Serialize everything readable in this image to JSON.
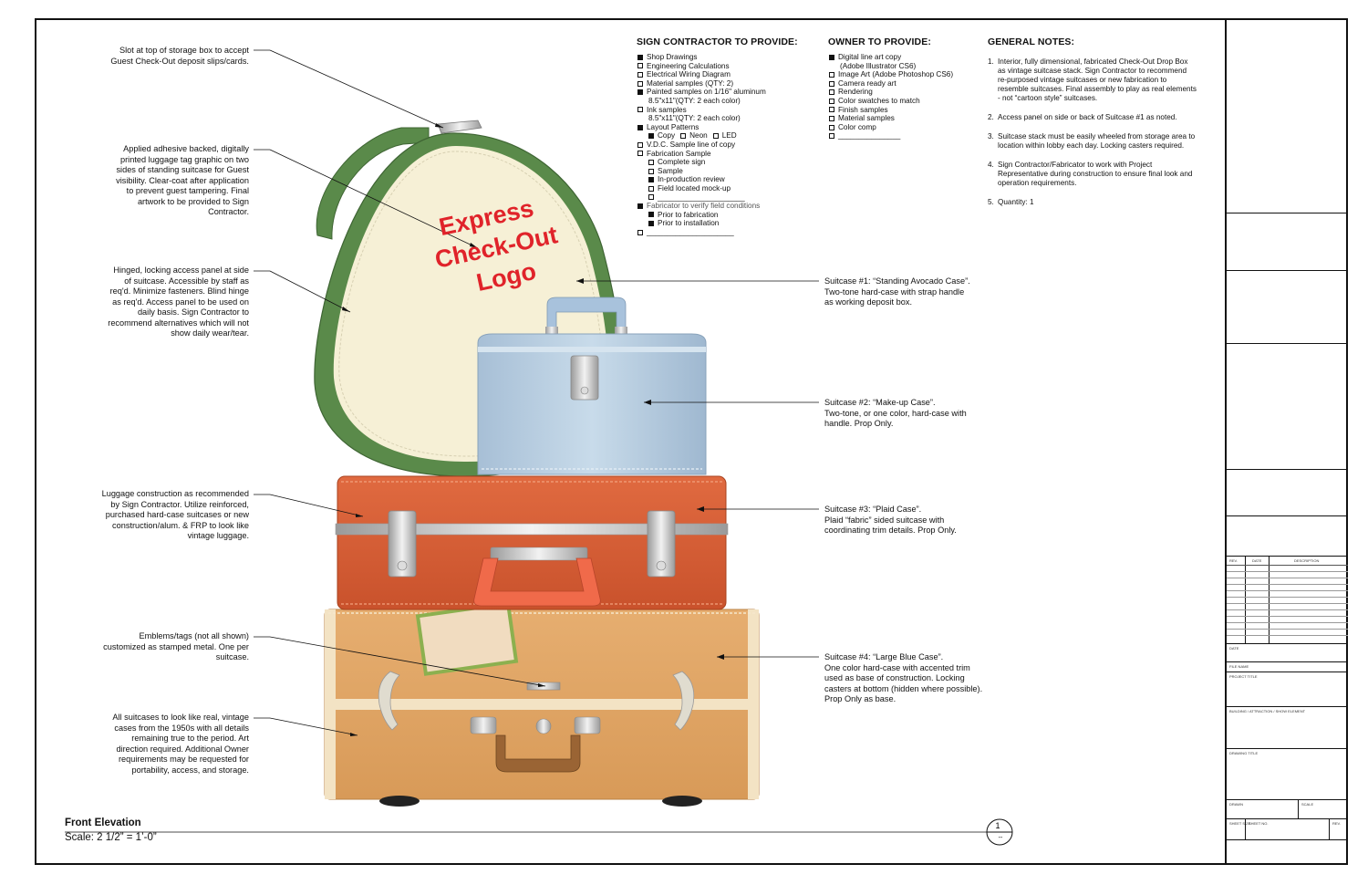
{
  "callouts_left": [
    [
      "Slot at top of storage box to accept",
      "Guest Check-Out deposit slips/cards."
    ],
    [
      "Applied adhesive backed, digitally",
      "printed luggage tag graphic on two",
      "sides of  standing suitcase for Guest",
      "visibility. Clear-coat after application",
      "to prevent guest tampering. Final",
      "artwork to be provided to Sign",
      "Contractor."
    ],
    [
      "Hinged, locking access panel at side",
      "of suitcase. Accessible by staff as",
      "req'd. Minimize fasteners. Blind hinge",
      "as req'd. Access panel to be used on",
      "daily basis. Sign Contractor to",
      "recommend alternatives which will not",
      "show daily wear/tear."
    ],
    [
      "Luggage construction as recommended",
      "by Sign Contractor. Utilize reinforced,",
      "purchased hard-case suitcases or new",
      "construction/alum. & FRP to look like",
      "vintage luggage."
    ],
    [
      "Emblems/tags (not all shown)",
      "customized as stamped metal. One per",
      "suitcase."
    ],
    [
      "All suitcases to look like real, vintage",
      "cases from the 1950s with all details",
      "remaining true to the period. Art",
      "direction required. Additional Owner",
      "requirements may be requested for",
      "portability, access, and storage."
    ]
  ],
  "callouts_right": [
    [
      "Suitcase #1: “Standing Avocado Case”.",
      "Two-tone hard-case with strap handle",
      "as working deposit box."
    ],
    [
      "Suitcase #2: “Make-up Case”.",
      "Two-tone, or one color, hard-case with",
      "handle. Prop Only."
    ],
    [
      "Suitcase #3: “Plaid Case”.",
      "Plaid “fabric” sided suitcase with",
      "coordinating trim details. Prop Only."
    ],
    [
      "Suitcase #4: “Large Blue Case”.",
      "One color hard-case with accented trim",
      "used as base of construction. Locking",
      "casters at bottom (hidden where possible).",
      "Prop Only as base."
    ]
  ],
  "logo_lines": [
    "Express",
    "Check-Out",
    "Logo"
  ],
  "sign_contractor": {
    "heading": "SIGN CONTRACTOR TO PROVIDE:",
    "items": [
      {
        "t": "Shop Drawings",
        "c": true,
        "i": 0
      },
      {
        "t": "Engineering Calculations",
        "c": false,
        "i": 0
      },
      {
        "t": "Electrical Wiring Diagram",
        "c": false,
        "i": 0
      },
      {
        "t": "Material samples (QTY: 2)",
        "c": false,
        "i": 0
      },
      {
        "t": "Painted samples on 1/16\" aluminum",
        "c": true,
        "i": 0
      },
      {
        "t": "8.5\"x11\"(QTY: 2 each color)",
        "c": null,
        "i": 1
      },
      {
        "t": "Ink samples",
        "c": false,
        "i": 0
      },
      {
        "t": "8.5\"x11\"(QTY: 2 each color)",
        "c": null,
        "i": 1
      },
      {
        "t": "Layout Patterns",
        "c": true,
        "i": 0
      },
      {
        "t": "Copy",
        "c": true,
        "i": 1,
        "extra": [
          {
            "t": "Neon",
            "c": false
          },
          {
            "t": "LED",
            "c": false
          }
        ]
      },
      {
        "t": "V.D.C. Sample line of copy",
        "c": false,
        "i": 0
      },
      {
        "t": "Fabrication Sample",
        "c": false,
        "i": 0
      },
      {
        "t": "Complete sign",
        "c": false,
        "i": 1
      },
      {
        "t": "Sample",
        "c": false,
        "i": 1
      },
      {
        "t": "In-production review",
        "c": true,
        "i": 1
      },
      {
        "t": "Field located mock-up",
        "c": false,
        "i": 1
      },
      {
        "t": "_____________________",
        "c": false,
        "i": 1
      },
      {
        "t": "Fabricator to verify field conditions",
        "c": true,
        "i": 0,
        "grey": true
      },
      {
        "t": "Prior to fabrication",
        "c": true,
        "i": 1
      },
      {
        "t": "Prior to installation",
        "c": true,
        "i": 1
      },
      {
        "t": "_____________________",
        "c": false,
        "i": 0
      }
    ]
  },
  "owner": {
    "heading": "OWNER TO PROVIDE:",
    "items": [
      {
        "t": "Digital line art copy",
        "c": true,
        "i": 0
      },
      {
        "t": "(Adobe Illustrator CS6)",
        "c": null,
        "i": 1
      },
      {
        "t": "Image Art (Adobe Photoshop CS6)",
        "c": false,
        "i": 0
      },
      {
        "t": "Camera ready art",
        "c": false,
        "i": 0
      },
      {
        "t": "Rendering",
        "c": false,
        "i": 0
      },
      {
        "t": "Color swatches to match",
        "c": false,
        "i": 0
      },
      {
        "t": "Finish samples",
        "c": false,
        "i": 0
      },
      {
        "t": "Material samples",
        "c": false,
        "i": 0
      },
      {
        "t": "Color comp",
        "c": false,
        "i": 0
      },
      {
        "t": "_______________",
        "c": false,
        "i": 0
      }
    ]
  },
  "general_notes": {
    "heading": "GENERAL NOTES:",
    "items": [
      {
        "n": "1.",
        "t": "Interior, fully dimensional, fabricated Check-Out Drop Box as vintage suitcase stack. Sign Contractor to recommend re-purposed vintage suitcases or new fabrication to resemble suitcases. Final assembly to play as real elements - not “cartoon style” suitcases."
      },
      {
        "n": "2.",
        "t": "Access panel on side or back of Suitcase #1 as noted."
      },
      {
        "n": "3.",
        "t": "Suitcase stack must be easily wheeled from storage area to location within lobby each day. Locking casters required."
      },
      {
        "n": "4.",
        "t": "Sign Contractor/Fabricator to work with Project Representative during construction to ensure final look and operation requirements."
      },
      {
        "n": "5.",
        "t": "Quantity: 1"
      }
    ]
  },
  "drawing_title": "Front Elevation",
  "drawing_scale": "Scale: 2 1/2” = 1’-0”",
  "detail_marker": {
    "num": "1",
    "sheet": "--"
  },
  "title_block": {
    "rev_header": "REV.",
    "date_header": "DATE",
    "desc_header": "DESCRIPTION",
    "date_label": "DATE",
    "file_label": "FILE NAME",
    "project_label": "PROJECT TITLE",
    "building_label": "BUILDING / ATTRACTION / SHOW ELEMENT",
    "drawing_label": "DRAWING TITLE",
    "drawn_label": "DRAWN",
    "scale_label": "SCALE",
    "sheet_size_label": "SHEET SIZE",
    "sheet_no_label": "SHEET NO.",
    "rev_label": "REV."
  },
  "colors": {
    "green": "#5a8a4a",
    "cream": "#f6f0d6",
    "blue": "#b8cde0",
    "orange": "#d9603a",
    "tan": "#e3a868",
    "logo": "#e0232a"
  }
}
